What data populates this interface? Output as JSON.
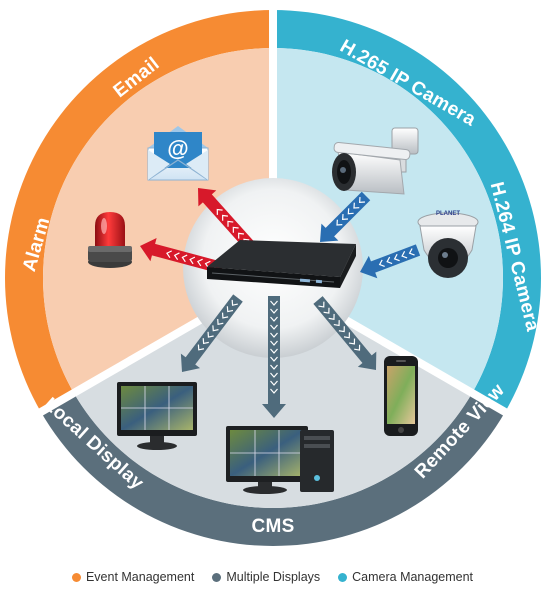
{
  "colors": {
    "event": "#f68b33",
    "event_inner": "#f8cdb0",
    "display": "#5b6f7c",
    "display_inner": "#d7dde1",
    "camera": "#35b2cf",
    "camera_inner": "#c5e7f0",
    "arrow_red": "#d7192a",
    "arrow_blue": "#2a6eb2",
    "arrow_gray": "#4f6b7c"
  },
  "ring_labels": {
    "alarm": "Alarm",
    "email": "Email",
    "h265": "H.265 IP Camera",
    "h264": "H.264 IP Camera",
    "local_display": "Local Display",
    "remote_view": "Remote View",
    "cms": "CMS"
  },
  "email_icon_glyph": "@",
  "legend": [
    {
      "label": "Event Management",
      "color": "#f68b33"
    },
    {
      "label": "Multiple Displays",
      "color": "#5b6f7c"
    },
    {
      "label": "Camera Management",
      "color": "#35b2cf"
    }
  ],
  "icons": {
    "nvr": "nvr-device-icon",
    "alarm": "alarm-siren-icon",
    "email": "email-envelope-icon",
    "bullet_camera": "bullet-camera-icon",
    "dome_camera": "dome-camera-icon",
    "monitor": "monitor-icon",
    "desktop": "desktop-computer-icon",
    "phone": "smartphone-icon"
  }
}
